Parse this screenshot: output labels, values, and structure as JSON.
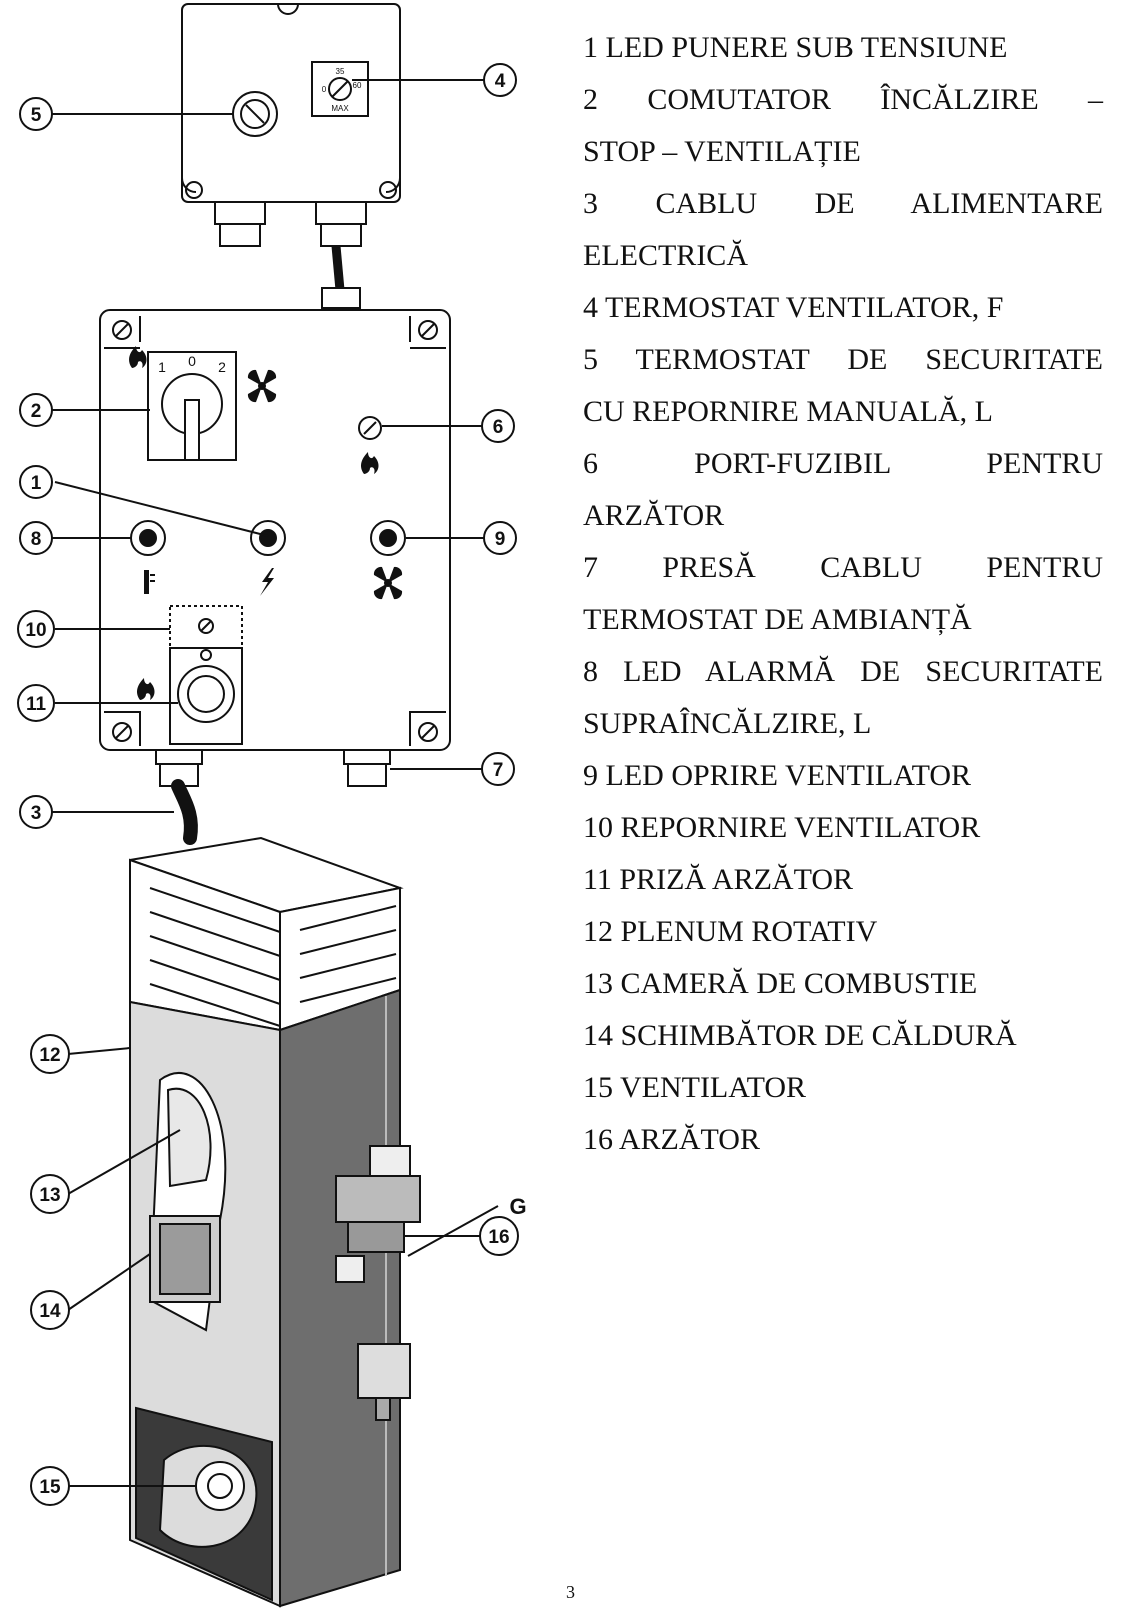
{
  "callouts": [
    "1",
    "2",
    "3",
    "4",
    "5",
    "6",
    "7",
    "8",
    "9",
    "10",
    "11",
    "12",
    "13",
    "14",
    "15",
    "16"
  ],
  "callout_g": "G",
  "switch_positions": [
    "1",
    "0",
    "2"
  ],
  "thermostat_dial": {
    "scale_top": "35",
    "scale_left": "0",
    "scale_right": "60",
    "scale_bottom": "MAX"
  },
  "legend": [
    {
      "line1": "1 LED PUNERE SUB TENSIUNE"
    },
    {
      "line1": "2 COMUTATOR ÎNCĂLZIRE –",
      "line2": "STOP – VENTILAȚIE"
    },
    {
      "line1": "3 CABLU DE ALIMENTARE",
      "line2": "ELECTRICĂ"
    },
    {
      "line1": "4 TERMOSTAT VENTILATOR, F"
    },
    {
      "line1": "5 TERMOSTAT DE SECURITATE",
      "line2": "CU REPORNIRE MANUALĂ, L"
    },
    {
      "line1": "6 PORT-FUZIBIL PENTRU",
      "line2": "ARZĂTOR"
    },
    {
      "line1": "7 PRESĂ CABLU PENTRU",
      "line2": "TERMOSTAT DE AMBIANȚĂ"
    },
    {
      "line1": "8 LED ALARMĂ DE SECURITATE",
      "line2": "SUPRAÎNCĂLZIRE, L"
    },
    {
      "line1": "9 LED OPRIRE VENTILATOR"
    },
    {
      "line1": "10 REPORNIRE VENTILATOR"
    },
    {
      "line1": "11 PRIZĂ ARZĂTOR"
    },
    {
      "line1": "12 PLENUM ROTATIV"
    },
    {
      "line1": "13 CAMERĂ DE COMBUSTIE"
    },
    {
      "line1": "14 SCHIMBĂTOR DE CĂLDURĂ"
    },
    {
      "line1": "15 VENTILATOR"
    },
    {
      "line1": "16 ARZĂTOR"
    }
  ],
  "page_number": "3",
  "colors": {
    "ink": "#111111",
    "panel": "#ffffff",
    "body_light": "#dcdcdc",
    "body_dark": "#6e6e6e",
    "grille": "#3a3a3a"
  }
}
